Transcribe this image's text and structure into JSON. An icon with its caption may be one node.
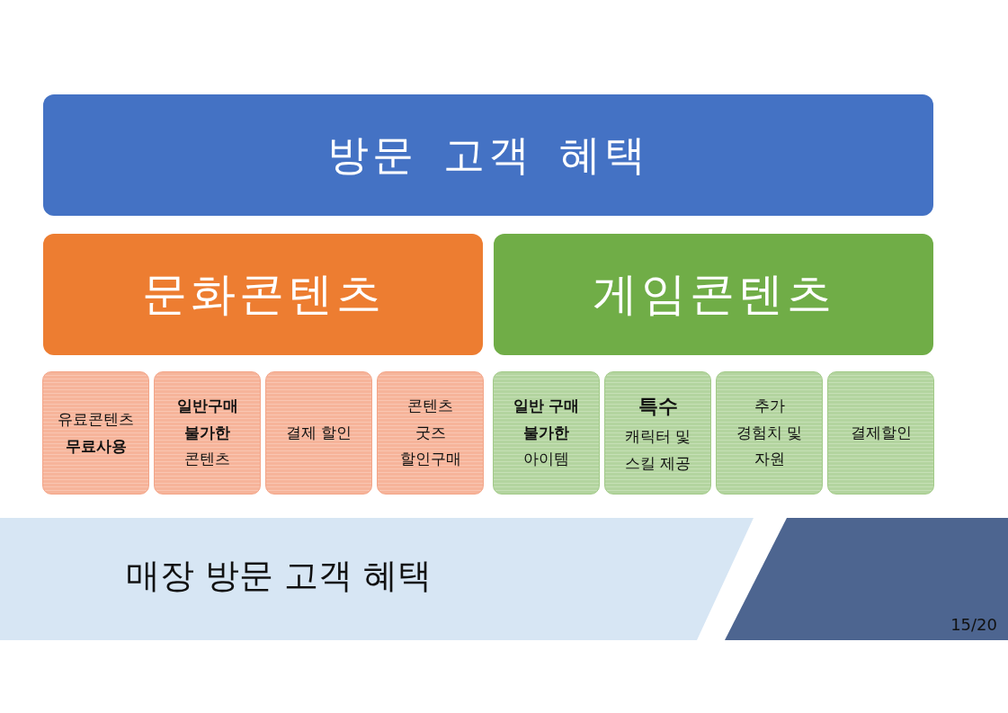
{
  "diagram": {
    "nodes": [
      {
        "text": [
          "방문 고객 혜택"
        ]
      },
      {
        "text": [
          "문화콘텐츠"
        ]
      },
      {
        "text": [
          "게임콘텐츠"
        ]
      },
      {
        "text": [
          "유료콘텐츠 **무료사용**"
        ]
      },
      {
        "text": [
          "**일반구매 불가한** 콘텐츠"
        ]
      },
      {
        "text": [
          "결제 할인"
        ]
      },
      {
        "text": [
          "콘텐츠 굿즈 할인구매"
        ]
      },
      {
        "text": [
          "**일반 구매 불가한** 아이템"
        ]
      },
      {
        "text": [
          "특수",
          "캐릭터 및 스킬 제공"
        ]
      },
      {
        "text": [
          "추가 경험치 및 자원"
        ]
      },
      {
        "text": [
          "결제할인"
        ]
      },
      {
        "text": [
          "매장 방문 고객 혜택"
        ]
      }
    ],
    "labels": [
      "15/20"
    ]
  }
}
